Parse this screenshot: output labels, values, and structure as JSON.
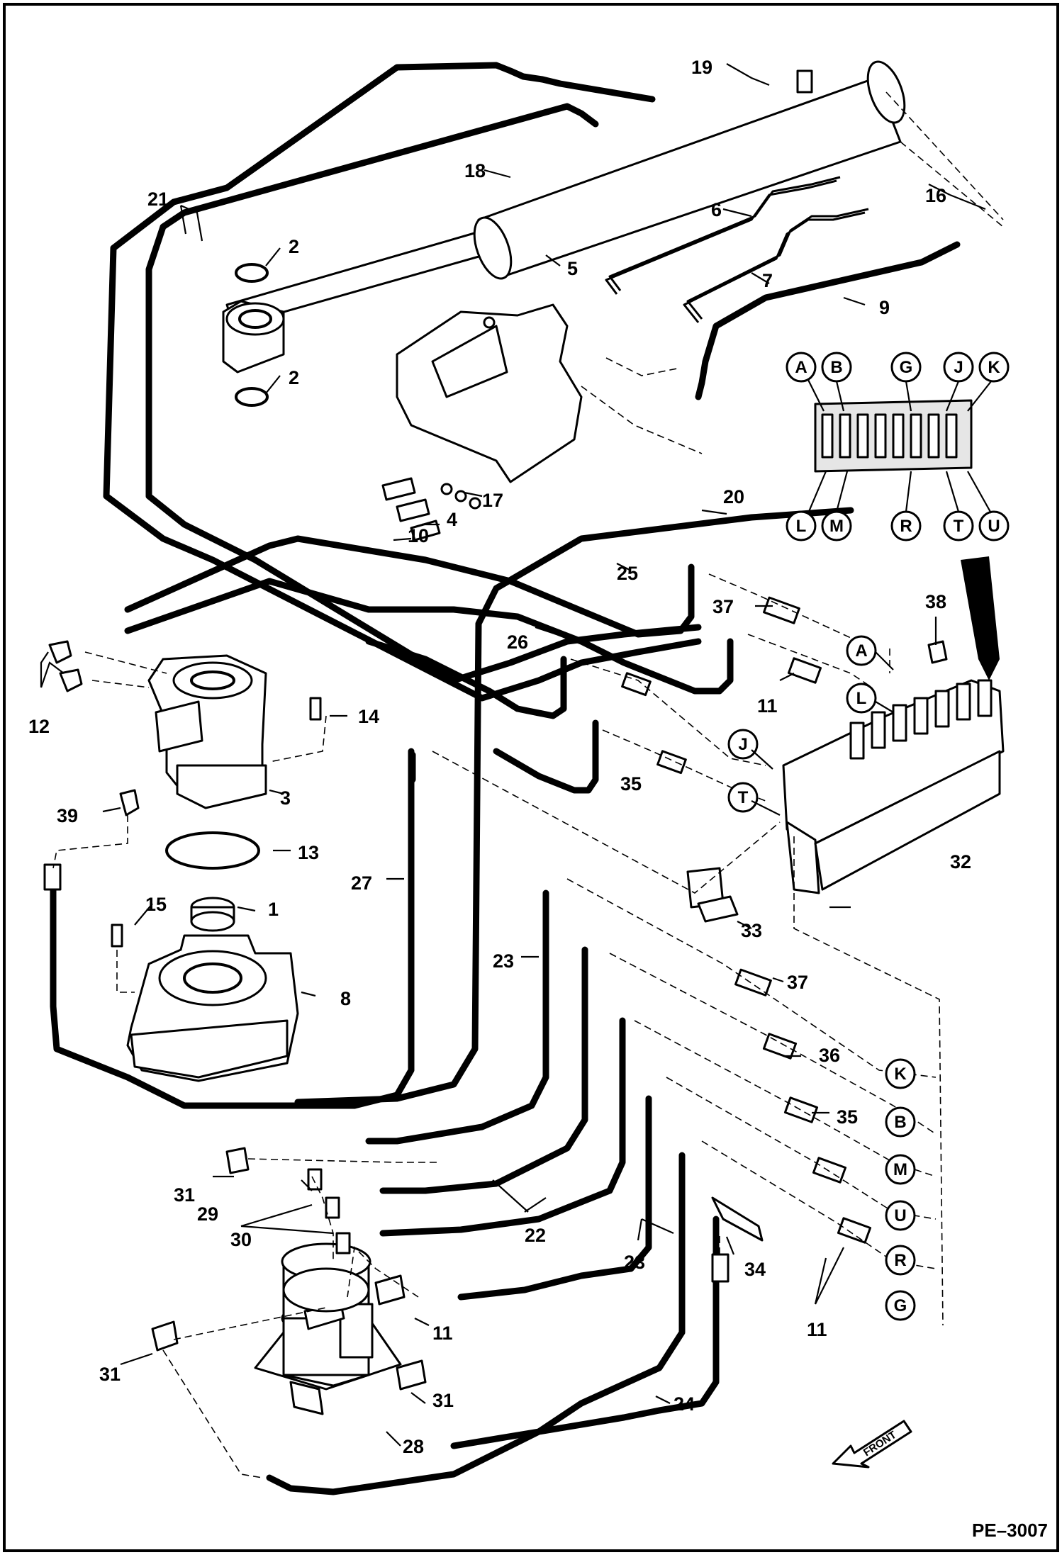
{
  "drawing": {
    "reference_code": "PE–3007",
    "front_label": "FRONT"
  },
  "callouts": {
    "c1": "1",
    "c2a": "2",
    "c2b": "2",
    "c3": "3",
    "c4": "4",
    "c5": "5",
    "c6": "6",
    "c7": "7",
    "c8": "8",
    "c9": "9",
    "c10": "10",
    "c11a": "11",
    "c11b": "11",
    "c11c": "11",
    "c12": "12",
    "c13": "13",
    "c14": "14",
    "c15": "15",
    "c16": "16",
    "c17": "17",
    "c18": "18",
    "c19": "19",
    "c20": "20",
    "c21": "21",
    "c22": "22",
    "c23a": "23",
    "c23b": "23",
    "c24": "24",
    "c25": "25",
    "c26": "26",
    "c27": "27",
    "c28": "28",
    "c29": "29",
    "c30": "30",
    "c31a": "31",
    "c31b": "31",
    "c31c": "31",
    "c32": "32",
    "c33": "33",
    "c34": "34",
    "c35a": "35",
    "c35b": "35",
    "c36": "36",
    "c37a": "37",
    "c37b": "37",
    "c38": "38",
    "c39": "39"
  },
  "valve_ports_top": [
    "A",
    "B",
    "G",
    "J",
    "K"
  ],
  "valve_ports_bottom": [
    "L",
    "M",
    "R",
    "T",
    "U"
  ],
  "connection_letters": {
    "A": "A",
    "L": "L",
    "J": "J",
    "T": "T",
    "K": "K",
    "B": "B",
    "M": "M",
    "U": "U",
    "R": "R",
    "G": "G"
  }
}
